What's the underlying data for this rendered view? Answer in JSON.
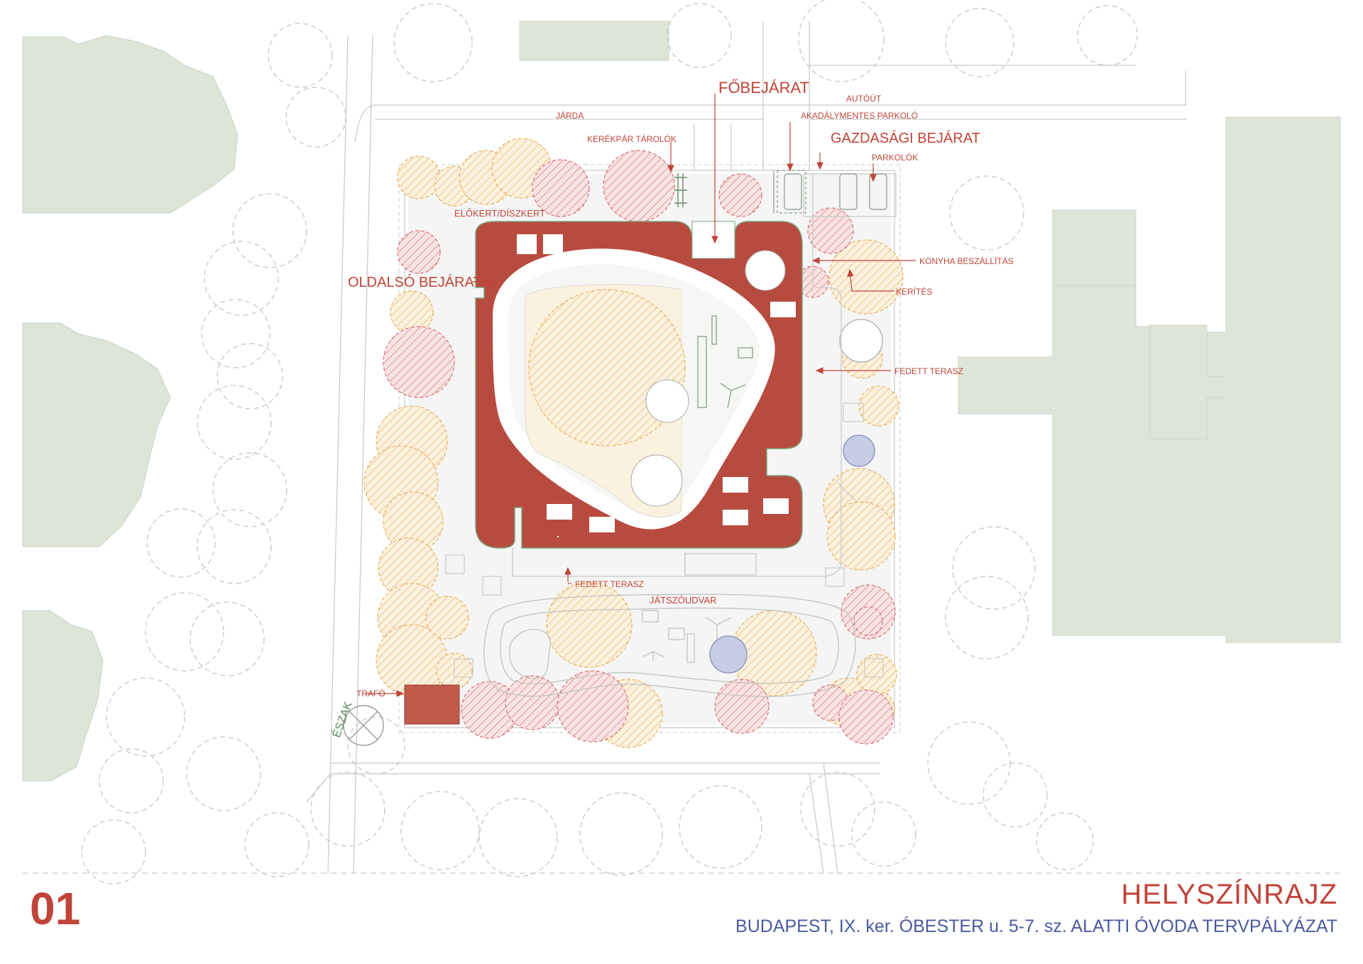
{
  "labels": {
    "fobejarat": "FŐBEJÁRAT",
    "autout": "AUTÓÚT",
    "akadalymentes": "AKADÁLYMENTES PARKOLÓ",
    "jarda": "JÁRDA",
    "kerekpar": "KERÉKPÁR TÁROLÓK",
    "gazdasagi": "GAZDASÁGI BEJÁRAT",
    "parkolok": "PARKOLÓK",
    "elokert": "ELŐKERT/DÍSZKERT",
    "konyha": "KONYHA BESZÁLLÍTÁS",
    "oldalso": "OLDALSÓ BEJÁRAT",
    "kerites": "KERÍTÉS",
    "fedett_terasz_east": "FEDETT TERASZ",
    "fedett_terasz_south": "FEDETT TERASZ",
    "jatszoudvar": "JÁTSZÓUDVAR",
    "trafo": "TRAFÓ",
    "eszak": "ÉSZAK"
  },
  "footer": {
    "number": "01",
    "title": "HELYSZÍNRAJZ",
    "subtitle": "BUDAPEST, IX. ker. ÓBESTER u. 5-7. sz. ALATTI ÓVODA TERVPÁLYÁZAT"
  },
  "colors": {
    "building": "#b84b3f",
    "neighbor_buildings": "#dde5d8",
    "label_red": "#c0443a",
    "subtitle_blue": "#4a5a9e",
    "tree_orange": "#e8b360",
    "tree_red": "#d9747a",
    "water_blue": "#c7cbe6"
  }
}
